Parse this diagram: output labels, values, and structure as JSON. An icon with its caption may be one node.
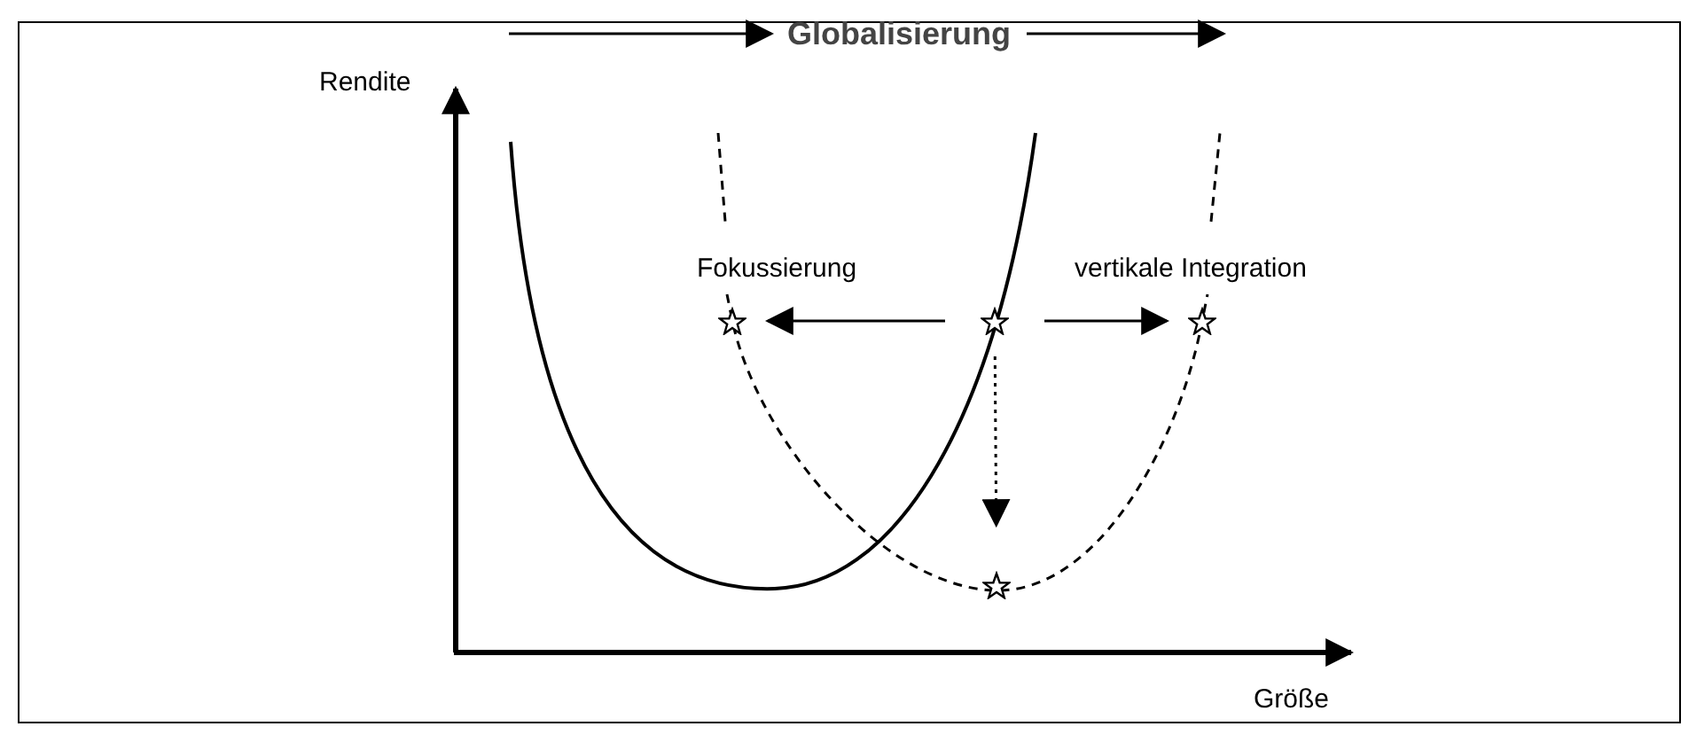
{
  "diagram": {
    "nodes": [
      {
        "text": [
          "Globalisierung"
        ]
      },
      {
        "text": [],
        "shape": "star"
      },
      {
        "text": [],
        "shape": "star"
      },
      {
        "text": [],
        "shape": "star"
      },
      {
        "text": [],
        "shape": "star"
      }
    ],
    "edges": [
      {
        "from": null,
        "to": 0,
        "arrow": "to"
      },
      {
        "from": 0,
        "to": null,
        "arrow": "to"
      },
      {
        "from": 2,
        "to": 1,
        "arrow": "to"
      },
      {
        "from": 2,
        "to": 3,
        "arrow": "to"
      },
      {
        "from": 2,
        "to": 4,
        "arrow": "to",
        "style": "dashed"
      }
    ],
    "labels": [
      "Rendite",
      "Fokussierung",
      "vertikale Integration",
      "Größe"
    ]
  }
}
